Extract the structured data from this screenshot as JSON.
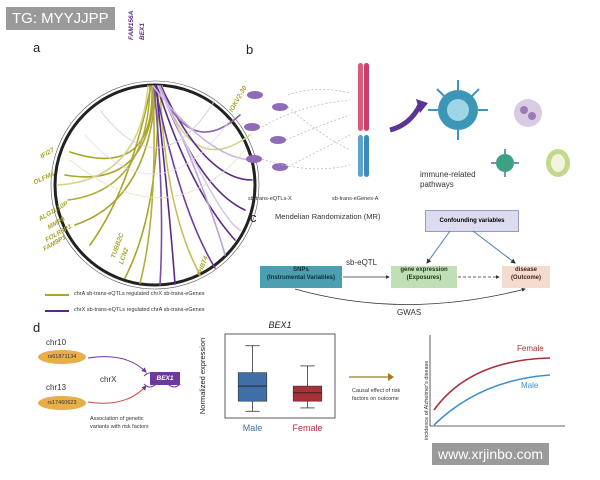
{
  "overlays": {
    "top_left_tag": "TG: MYYJJPP",
    "bottom_right_watermark": "www.xrjinbo.com"
  },
  "panels": {
    "a": {
      "letter": "a",
      "genes": [
        "FAM156A",
        "BEX1",
        "IGKV2-30",
        "IFI27",
        "OLFM4",
        "ALG1L10P",
        "MMP8",
        "FOLR3P1",
        "FAM9P1",
        "TUBB2C",
        "LCN2",
        "PHB74"
      ],
      "legend": [
        {
          "label": "chrA sb-trans-eQTLs regulated chrX sb-trans-eGenes",
          "color": "#a9a42a"
        },
        {
          "label": "chrX sb-trans-eQTLs regulated chrA sb-trans-eGenes",
          "color": "#5b2a86"
        }
      ]
    },
    "b": {
      "letter": "b",
      "left_label": "sb-trans-eQTLs-X",
      "right_label": "sb-trans-eGenes-A",
      "pathway_label_1": "immune-related",
      "pathway_label_2": "pathways"
    },
    "c": {
      "letter": "c",
      "title": "Mendelian Randomization (MR)",
      "confounding": "Confounding variables",
      "snps_line1": "SNPs",
      "snps_line2": "(Instrumental Variables)",
      "sbeqtl": "sb-eQTL",
      "expr_line1": "gene expression",
      "expr_line2": "(Exposures)",
      "disease_line1": "disease",
      "disease_line2": "(Outcome)",
      "gwas": "GWAS"
    },
    "d": {
      "letter": "d",
      "chr10": "chr10",
      "rs1": "rs61871134",
      "chr13": "chr13",
      "rs2": "rs17460623",
      "chrx": "chrX",
      "bex1": "BEX1",
      "assoc_line1": "Association of genetic",
      "assoc_line2": "variants with risk factors",
      "causal_line1": "Causal effect of risk",
      "causal_line2": "factors on outcome",
      "curve_female": "Female",
      "curve_male": "Male",
      "curve_ylabel": "incidence of Alzheimer's disease"
    }
  },
  "chart_data": {
    "type": "box",
    "title": "BEX1",
    "ylabel": "Normalized expression",
    "categories": [
      "Male",
      "Female"
    ],
    "colors": [
      "#3f6fa6",
      "#a8323a"
    ],
    "series": [
      {
        "name": "Male",
        "min": -1.6,
        "q1": -1.0,
        "median": -0.1,
        "q3": 0.7,
        "max": 2.3
      },
      {
        "name": "Female",
        "min": -1.4,
        "q1": -1.0,
        "median": -0.5,
        "q3": -0.1,
        "max": 1.1
      }
    ],
    "ylim": [
      -2,
      3
    ]
  }
}
